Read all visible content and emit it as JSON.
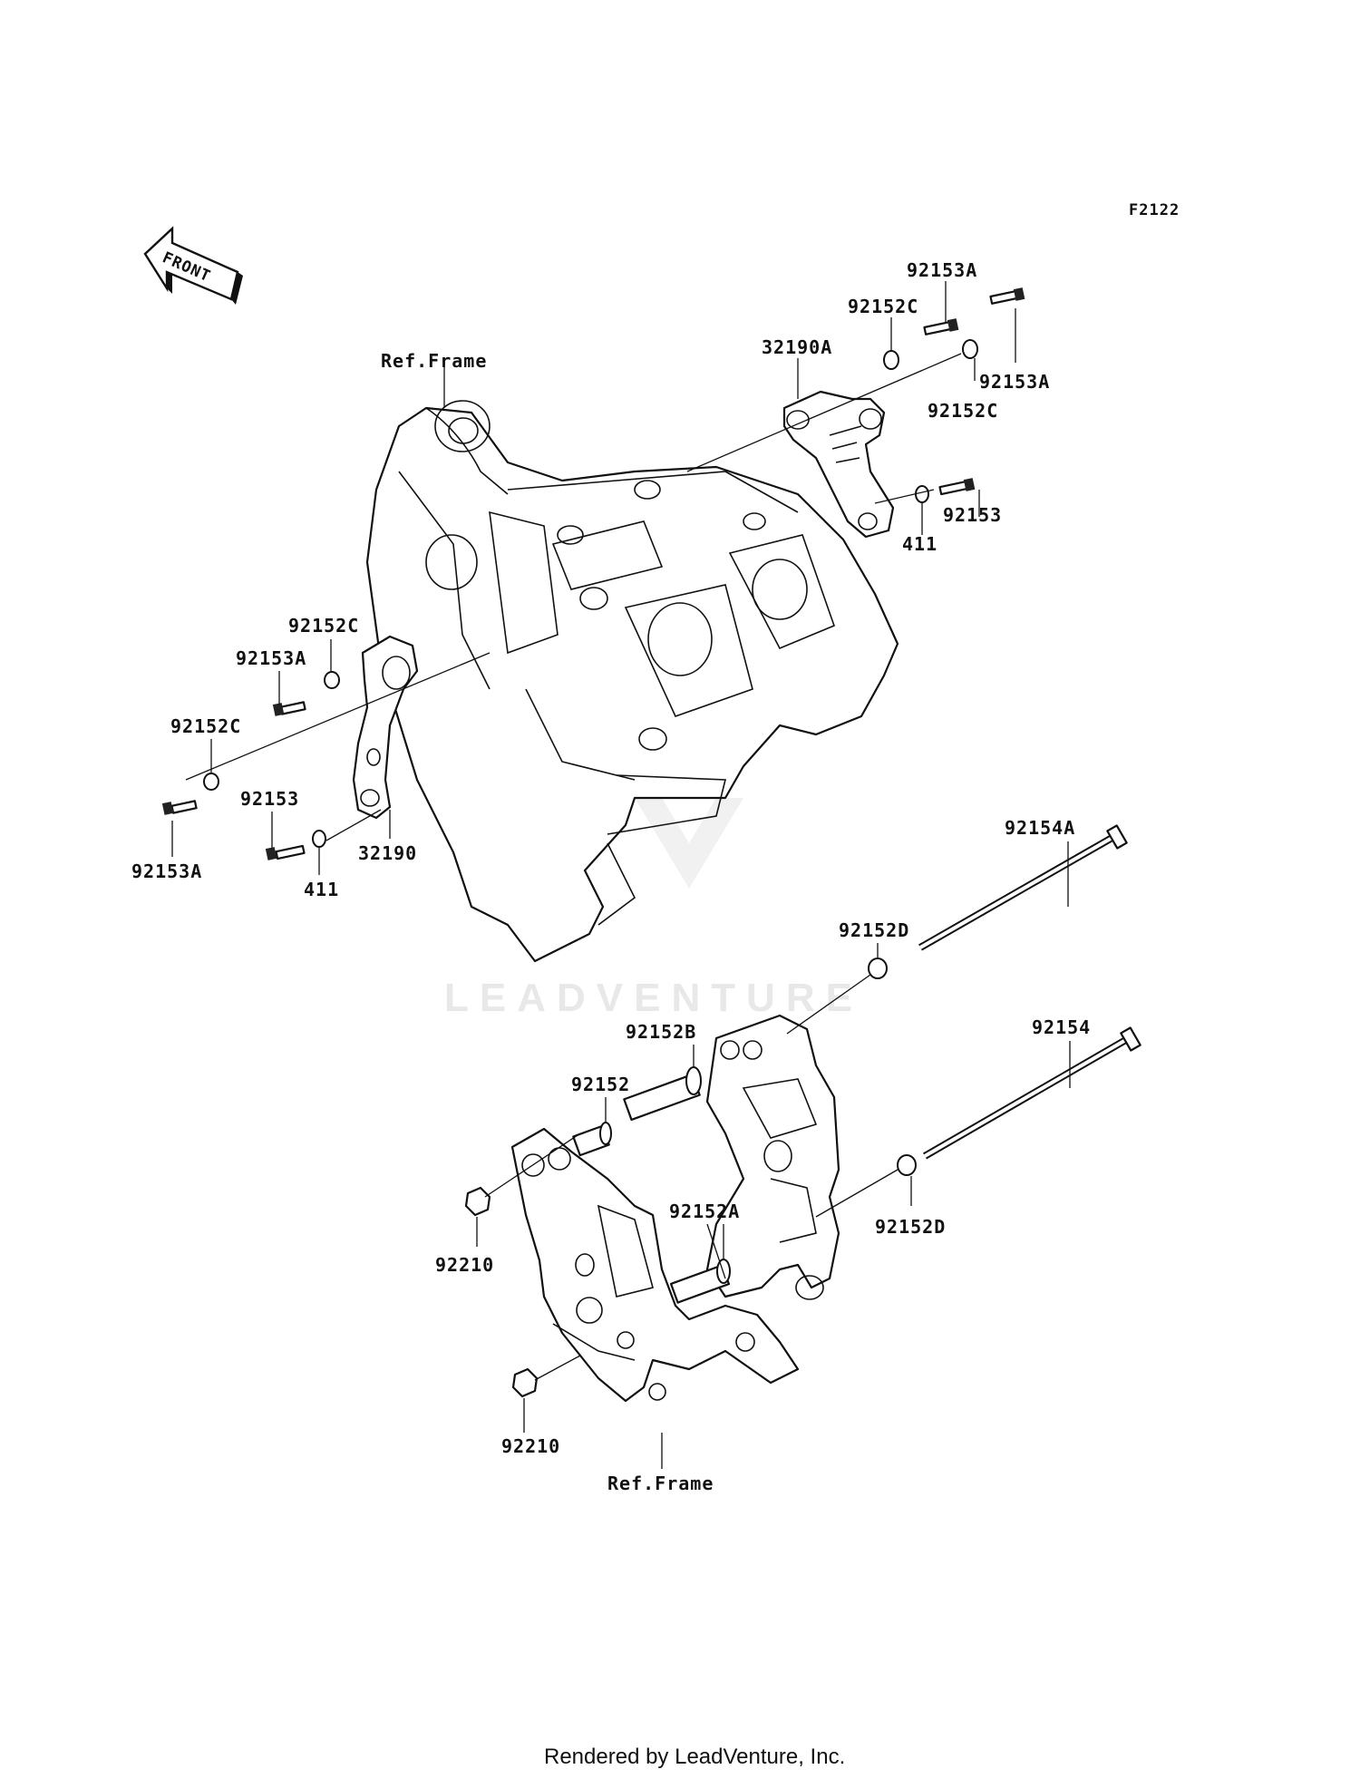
{
  "figure_id": "F2122",
  "front_indicator": "FRONT",
  "watermark": "LEADVENTURE",
  "footer": "Rendered by LeadVenture, Inc.",
  "labels": {
    "ref_frame_top": "Ref.Frame",
    "ref_frame_bottom": "Ref.Frame",
    "p32190A": "32190A",
    "p32190": "32190",
    "p92153A_top1": "92153A",
    "p92152C_top1": "92152C",
    "p92153A_top2": "92153A",
    "p92152C_top2": "92152C",
    "p92153_right": "92153",
    "p411_right": "411",
    "p92152C_left1": "92152C",
    "p92153A_left1": "92153A",
    "p92152C_left2": "92152C",
    "p92153A_left2": "92153A",
    "p92153_left": "92153",
    "p411_left": "411",
    "p92154A": "92154A",
    "p92152D_top": "92152D",
    "p92154": "92154",
    "p92152B": "92152B",
    "p92152": "92152",
    "p92152A": "92152A",
    "p92152D_bottom": "92152D",
    "p92210_top": "92210",
    "p92210_bottom": "92210"
  }
}
